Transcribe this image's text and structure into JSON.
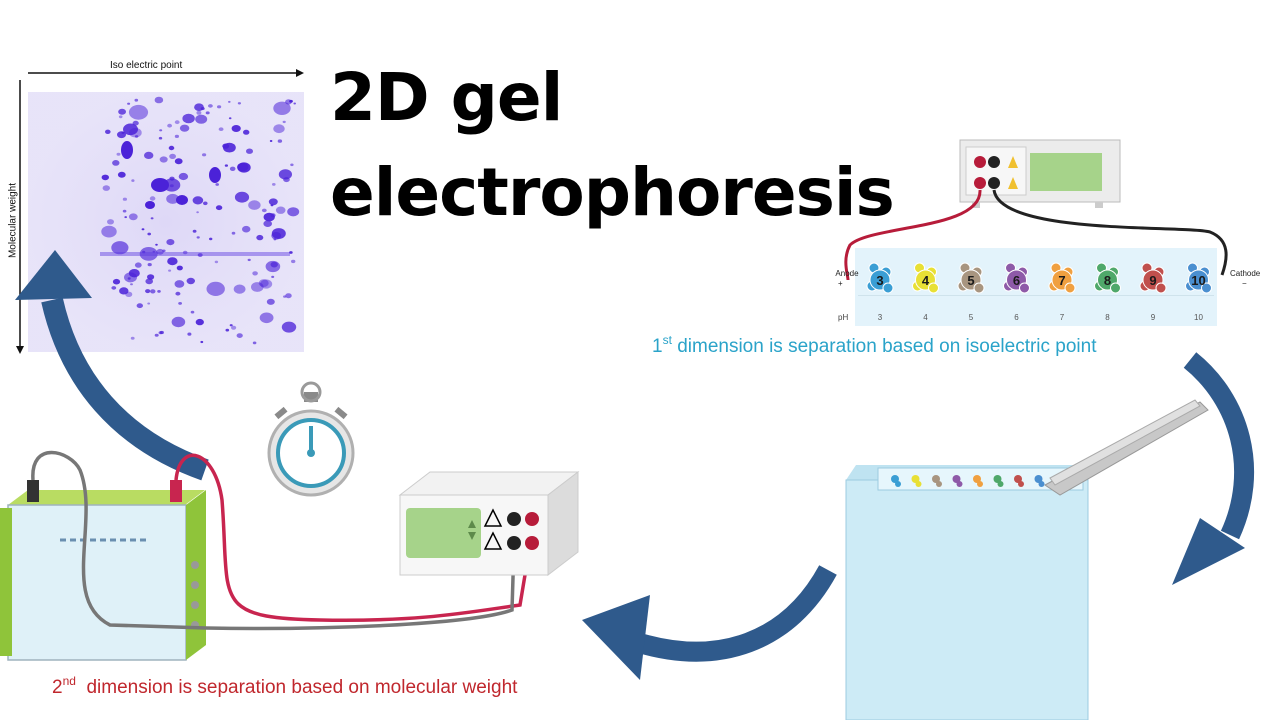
{
  "title_lines": [
    "2D gel",
    "electrophoresis"
  ],
  "gel_image": {
    "x_axis_label": "Iso electric point",
    "y_axis_label": "Molecular weight"
  },
  "ief_strip": {
    "anode_label": "Anode",
    "anode_sign": "+",
    "cathode_label": "Cathode",
    "cathode_sign": "−",
    "ph_label": "pH",
    "ph_ticks": [
      "3",
      "4",
      "5",
      "6",
      "7",
      "8",
      "9",
      "10"
    ],
    "protein_numbers": [
      "3",
      "4",
      "5",
      "6",
      "7",
      "8",
      "9",
      "10"
    ],
    "protein_colors": [
      "#3a9ed4",
      "#e8e035",
      "#a89580",
      "#8e5aa8",
      "#f0a040",
      "#4fa86a",
      "#c0504d",
      "#4a8fd0"
    ]
  },
  "caption_1": {
    "prefix": "1",
    "sup": "st",
    "text": " dimension is separation based on isoelectric point",
    "color": "#2aa3c9"
  },
  "caption_2": {
    "prefix": "2",
    "sup": "nd",
    "text": "  dimension is separation based on molecular weight",
    "color": "#c0272d"
  },
  "colors": {
    "arrow": "#2f5a8c",
    "cable_red": "#c8254f",
    "cable_black": "#222222",
    "gel_blue": "#cfeaf6",
    "stopwatch": "#3a9ab8"
  }
}
